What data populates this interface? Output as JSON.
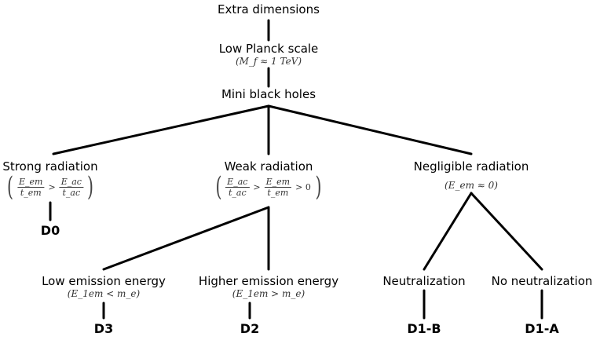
{
  "nodes": {
    "extra": {
      "label": "Extra dimensions"
    },
    "planck": {
      "label": "Low Planck scale",
      "condition": "(M_f ≈ 1 TeV)"
    },
    "mbh": {
      "label": "Mini black holes"
    },
    "strong": {
      "label": "Strong radiation",
      "num1": "E_em",
      "den1": "t_em",
      "op": ">",
      "num2": "E_ac",
      "den2": "t_ac"
    },
    "weak": {
      "label": "Weak radiation",
      "num1": "E_ac",
      "den1": "t_ac",
      "op": ">",
      "num2": "E_em",
      "den2": "t_em",
      "tail": "> 0"
    },
    "negligible": {
      "label": "Negligible radiation",
      "condition": "(E_em ≈ 0)"
    },
    "low_emission": {
      "label": "Low emission energy",
      "condition": "(E_1em < m_e)"
    },
    "higher_emission": {
      "label": "Higher emission energy",
      "condition": "(E_1em > m_e)"
    },
    "neutralization": {
      "label": "Neutralization"
    },
    "no_neutralization": {
      "label": "No neutralization"
    }
  },
  "codes": {
    "d0": "D0",
    "d3": "D3",
    "d2": "D2",
    "d1b": "D1-B",
    "d1a": "D1-A"
  }
}
